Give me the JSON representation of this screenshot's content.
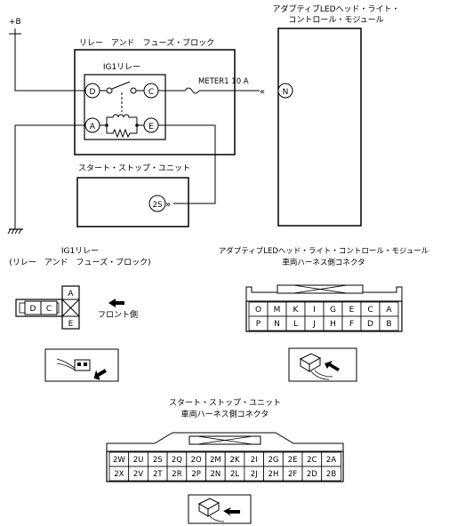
{
  "labels": {
    "plus_b": "+B",
    "adaptive_module_title_line1": "アダプティブLEDヘッド・ライト・",
    "adaptive_module_title_line2": "コントロール・モジュール",
    "relay_fuse_block": "リレー　アンド　フューズ・ブロック",
    "ig1_relay": "IG1リレー",
    "meter_fuse": "METER1 10 A",
    "start_stop_unit": "スタート・ストップ・ユニット",
    "pin_d": "D",
    "pin_c": "C",
    "pin_a": "A",
    "pin_e": "E",
    "pin_n": "N",
    "pin_2s": "2S"
  },
  "ig1_connector": {
    "title_line1": "IG1リレー",
    "title_line2": "(リレー　アンド　フューズ・ブロック)",
    "left_cells": [
      "D",
      "C"
    ],
    "right_cells": [
      "A",
      "",
      "E"
    ],
    "front_side": "フロント側"
  },
  "adaptive_connector": {
    "title_line1": "アダプティブLEDヘッド・ライト・コントロール・モジュール",
    "title_line2": "車両ハーネス側コネクタ",
    "row1": [
      "O",
      "M",
      "K",
      "I",
      "G",
      "E",
      "C",
      "A"
    ],
    "row2": [
      "P",
      "N",
      "L",
      "J",
      "H",
      "F",
      "D",
      "B"
    ]
  },
  "start_stop_connector": {
    "title_line1": "スタート・ストップ・ユニット",
    "title_line2": "車両ハーネス側コネクタ",
    "row1": [
      "2W",
      "2U",
      "2S",
      "2Q",
      "2O",
      "2M",
      "2K",
      "2I",
      "2G",
      "2E",
      "2C",
      "2A"
    ],
    "row2": [
      "2X",
      "2V",
      "2T",
      "2R",
      "2P",
      "2N",
      "2L",
      "2J",
      "2H",
      "2F",
      "2D",
      "2B"
    ]
  }
}
